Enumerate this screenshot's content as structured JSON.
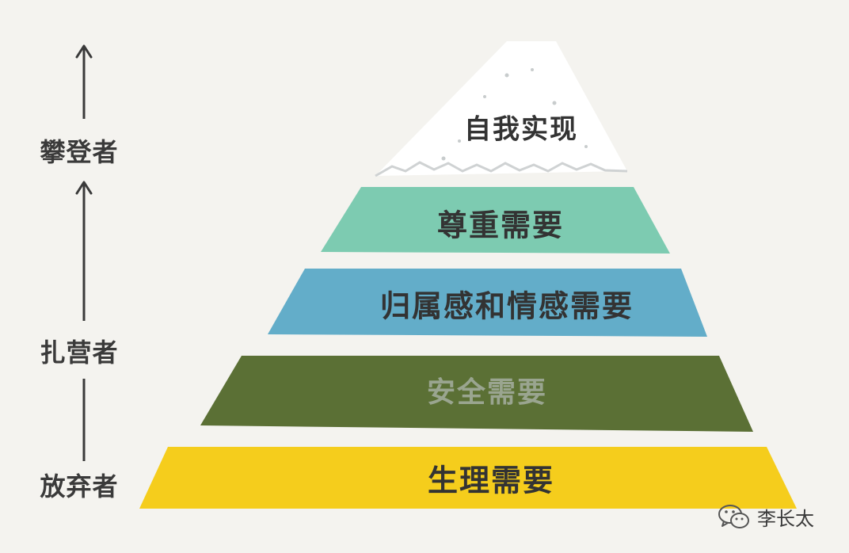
{
  "pyramid": {
    "layers": [
      {
        "label": "自我实现",
        "color": "#ffffff",
        "text_color": "#333333"
      },
      {
        "label": "尊重需要",
        "color": "#7dcbb1",
        "text_color": "#333333"
      },
      {
        "label": "归属感和情感需要",
        "color": "#63adc9",
        "text_color": "#333333"
      },
      {
        "label": "安全需要",
        "color": "#5b7035",
        "text_color": "#9aa590"
      },
      {
        "label": "生理需要",
        "color": "#f5cd1c",
        "text_color": "#333333"
      }
    ]
  },
  "side_labels": {
    "top": "攀登者",
    "middle": "扎营者",
    "bottom": "放弃者"
  },
  "watermark": {
    "text": "李长太",
    "icon": "wechat-icon"
  },
  "colors": {
    "background": "#f4f3ef",
    "ink": "#3a3a3a"
  }
}
